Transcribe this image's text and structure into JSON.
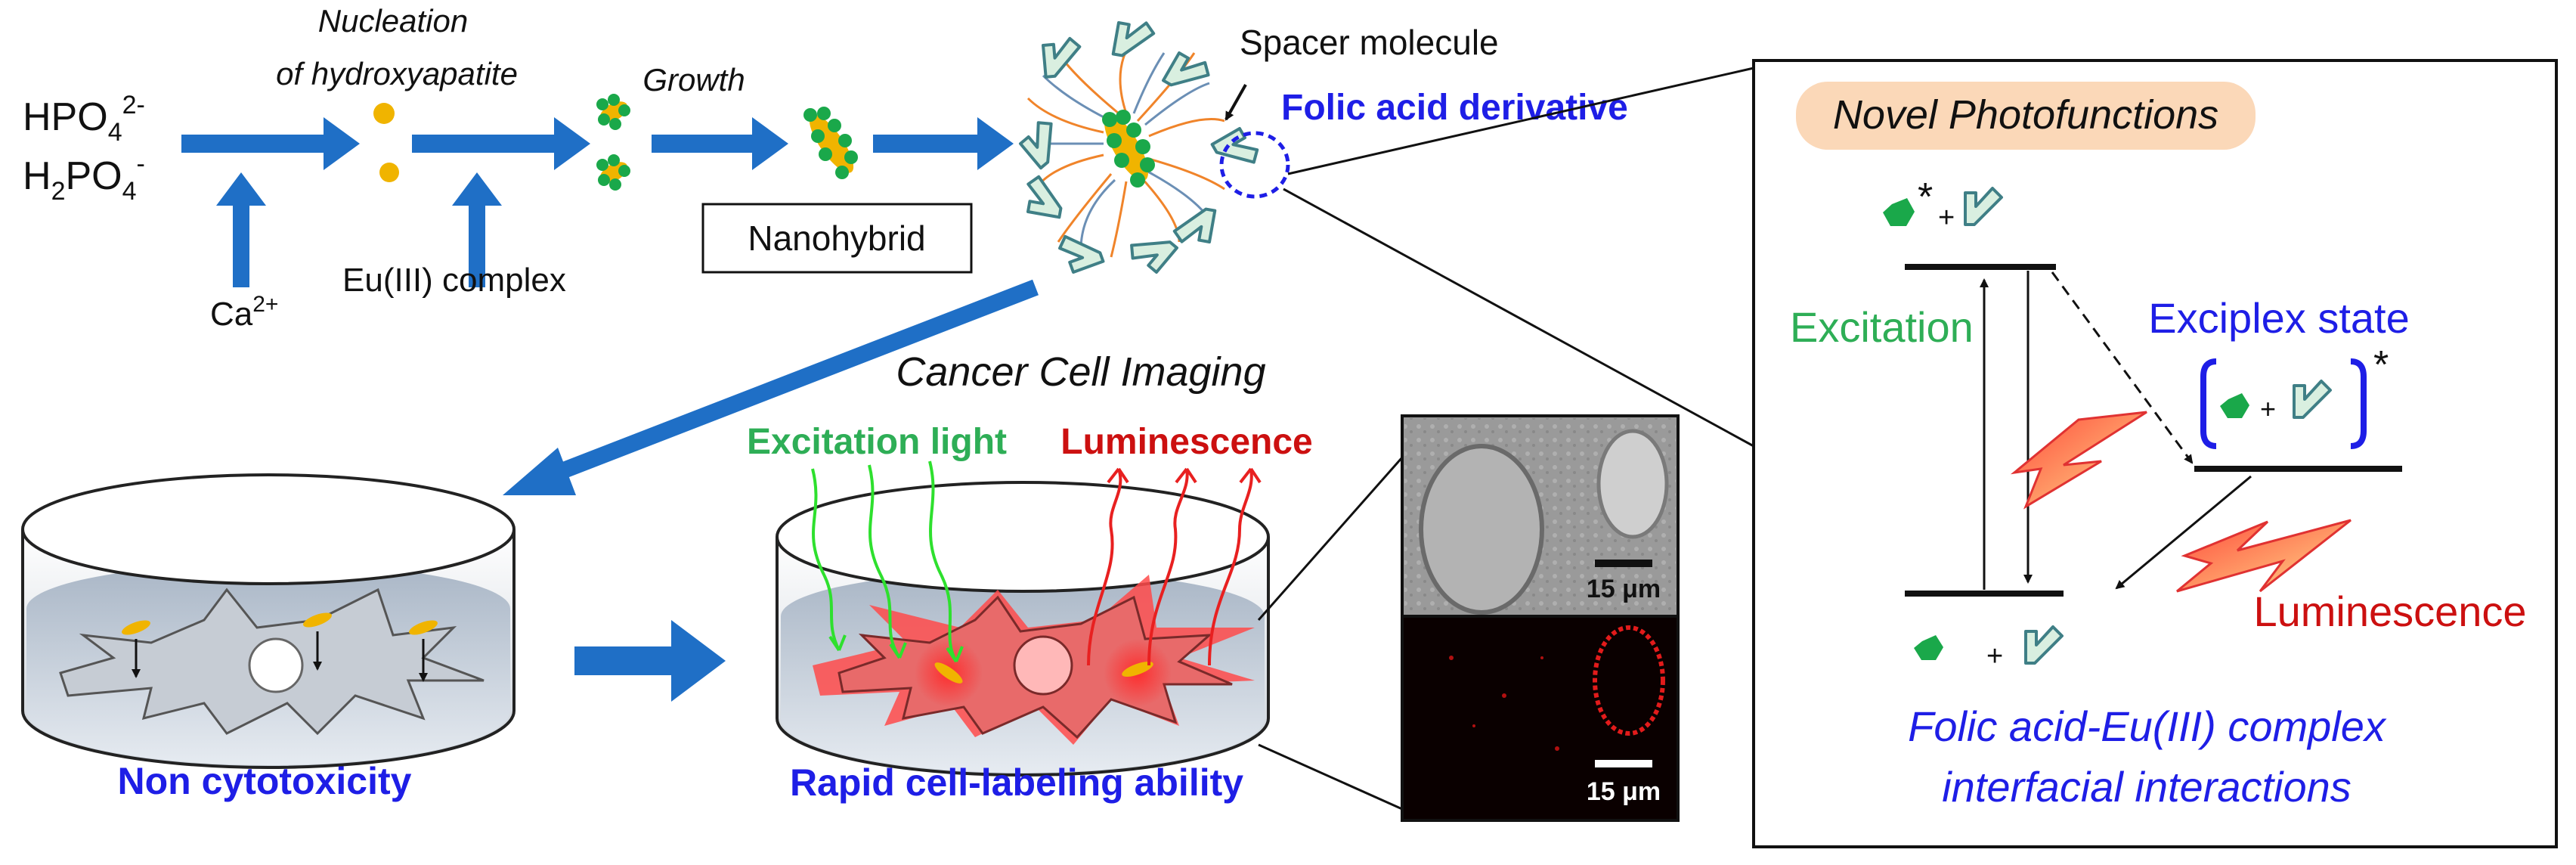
{
  "synthesis": {
    "hpo4_main": "HPO",
    "hpo4_sub": "4",
    "hpo4_sup": "2-",
    "h2po4_h": "H",
    "h2po4_sub1": "2",
    "h2po4_po": "PO",
    "h2po4_sub2": "4",
    "h2po4_sup": "-",
    "nucleation_line1": "Nucleation",
    "nucleation_line2": "of hydroxyapatite",
    "growth": "Growth",
    "calcium_main": "Ca",
    "calcium_sup": "2+",
    "eu_complex": "Eu(III) complex",
    "nanohybrid": "Nanohybrid",
    "spacer_molecule": "Spacer molecule",
    "folic_acid_derivative": "Folic acid derivative"
  },
  "photofunctions": {
    "title": "Novel Photofunctions",
    "excitation": "Excitation",
    "exciplex_state": "Exciplex state",
    "luminescence": "Luminescence",
    "star": "*",
    "plus": "+",
    "caption_line1": "Folic acid-Eu(III) complex",
    "caption_line2": "interfacial interactions"
  },
  "imaging": {
    "title": "Cancer Cell Imaging",
    "excitation_light": "Excitation light",
    "luminescence": "Luminescence",
    "non_cytotoxicity": "Non cytotoxicity",
    "rapid_labeling": "Rapid cell-labeling ability",
    "scalebar_top": "15 μm",
    "scalebar_bottom": "15 μm"
  },
  "colors": {
    "arrow_blue": "#1f6fc6",
    "eu_green": "#1aa84a",
    "hap_gold": "#f0b400",
    "folic_fill": "#d9efe0",
    "folic_stroke": "#3f7f86",
    "label_blue": "#1e1ee6",
    "excitation_green": "#2eae56",
    "luminescence_red": "#cc1010",
    "photofunction_banner": "#fbd8b8"
  }
}
